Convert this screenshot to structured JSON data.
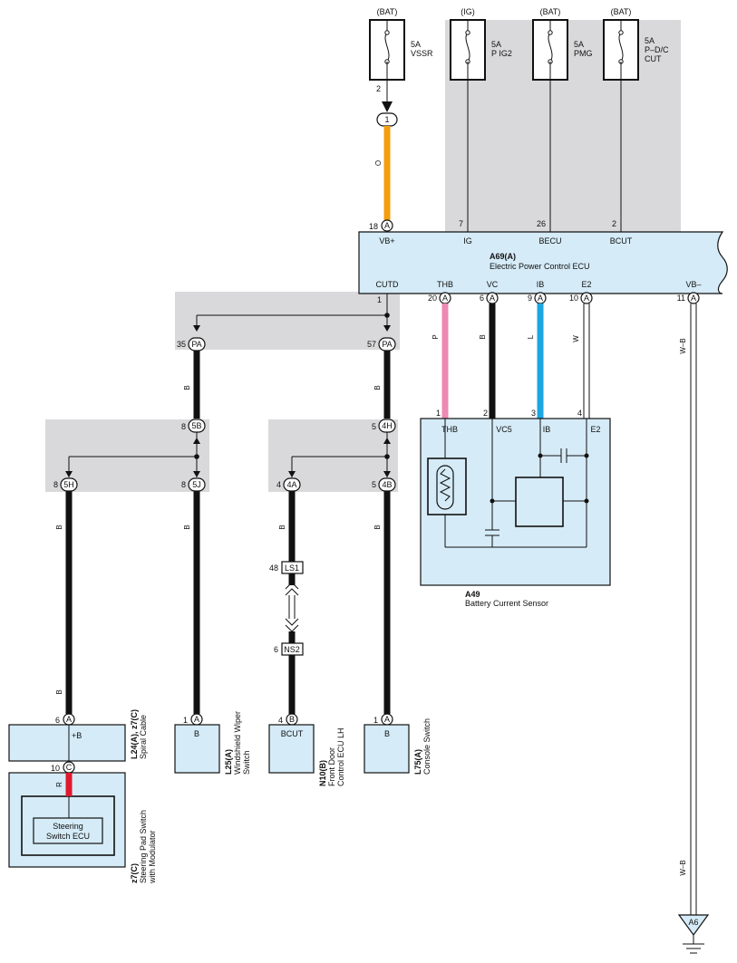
{
  "fuses": [
    {
      "source": "(BAT)",
      "rating": "5A",
      "name1": "VSSR",
      "name2": "",
      "pin": "2"
    },
    {
      "source": "(IG)",
      "rating": "5A",
      "name1": "P IG2",
      "name2": ""
    },
    {
      "source": "(BAT)",
      "rating": "5A",
      "name1": "PMG",
      "name2": ""
    },
    {
      "source": "(BAT)",
      "rating": "5A",
      "name1": "P–D/C",
      "name2": "CUT"
    }
  ],
  "junction_1": "1",
  "wire_colors": {
    "orange": "O",
    "pink": "P",
    "black": "B",
    "blue": "L",
    "white": "W",
    "red": "R",
    "wb": "W–B"
  },
  "ecu": {
    "code": "A69(A)",
    "name": "Electric Power Control ECU",
    "top_pins": [
      {
        "num": "18",
        "conn": "A",
        "label": "VB+"
      },
      {
        "num": "7",
        "label": "IG"
      },
      {
        "num": "26",
        "label": "BECU"
      },
      {
        "num": "2",
        "label": "BCUT"
      }
    ],
    "bottom_pins": [
      {
        "num": "1",
        "label": "CUTD"
      },
      {
        "num": "20",
        "conn": "A",
        "label": "THB"
      },
      {
        "num": "6",
        "conn": "A",
        "label": "VC"
      },
      {
        "num": "9",
        "conn": "A",
        "label": "IB"
      },
      {
        "num": "10",
        "conn": "A",
        "label": "E2"
      },
      {
        "num": "11",
        "conn": "A",
        "label": "VB–"
      }
    ]
  },
  "sensor": {
    "code": "A49",
    "name": "Battery Current Sensor",
    "pins": [
      {
        "num": "1",
        "label": "THB"
      },
      {
        "num": "2",
        "label": "VC5"
      },
      {
        "num": "3",
        "label": "IB"
      },
      {
        "num": "4",
        "label": "E2"
      }
    ]
  },
  "connectors": {
    "pa35": {
      "num": "35",
      "code": "PA"
    },
    "pa57": {
      "num": "57",
      "code": "PA"
    },
    "c5b": {
      "num": "8",
      "code": "5B"
    },
    "c4h": {
      "num": "5",
      "code": "4H"
    },
    "c5h": {
      "num": "8",
      "code": "5H"
    },
    "c5j": {
      "num": "8",
      "code": "5J"
    },
    "c4a": {
      "num": "4",
      "code": "4A"
    },
    "c4b": {
      "num": "5",
      "code": "4B"
    },
    "ls1": {
      "num": "48",
      "code": "LS1"
    },
    "ns2": {
      "num": "6",
      "code": "NS2"
    }
  },
  "components": {
    "spiral": {
      "pin": "6",
      "conn": "A",
      "term": "+B",
      "code": "L24(A), z7(C)",
      "name1": "Spiral Cable",
      "name2": ""
    },
    "spiral_c": {
      "pin": "10",
      "conn": "C"
    },
    "steering": {
      "code": "z7(C)",
      "name1": "Steering Pad Switch",
      "name2": "with Modulator",
      "inner1": "Steering",
      "inner2": "Switch ECU"
    },
    "wiper": {
      "pin": "1",
      "conn": "A",
      "term": "B",
      "code": "L25(A)",
      "name1": "Windshield Wiper",
      "name2": "Switch"
    },
    "door": {
      "pin": "4",
      "conn": "B",
      "term": "BCUT",
      "code": "N10(B)",
      "name1": "Front Door",
      "name2": "Control ECU LH"
    },
    "console": {
      "pin": "1",
      "conn": "A",
      "term": "B",
      "code": "L75(A)",
      "name1": "Console Switch",
      "name2": ""
    }
  },
  "ground": "A6",
  "colors": {
    "orange": "#f59d0e",
    "pink": "#ee88b4",
    "blue": "#1ca6e2",
    "red": "#e0182d",
    "box": "#d5ebf7",
    "shade": "#d9d9db"
  }
}
